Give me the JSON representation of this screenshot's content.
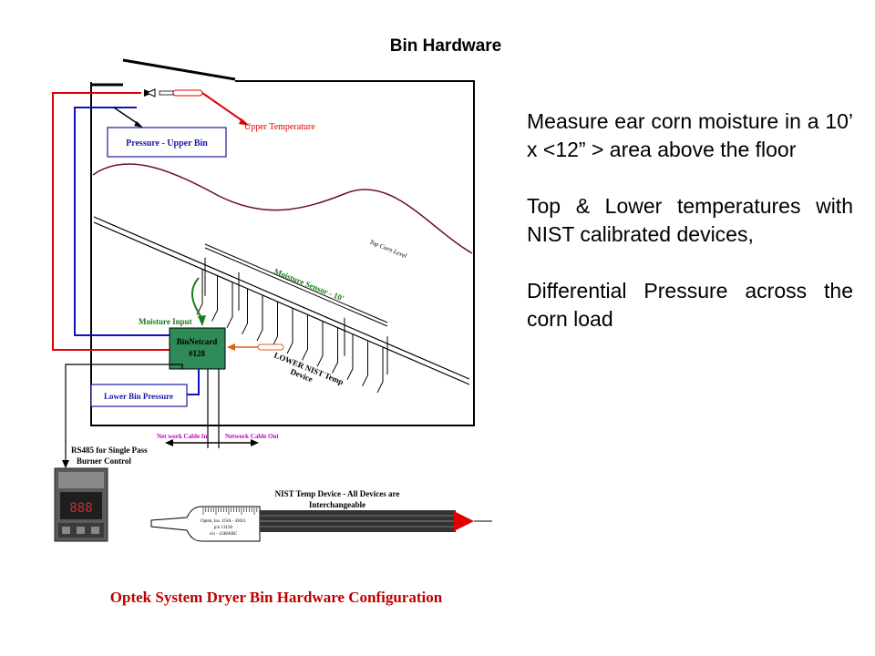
{
  "slide": {
    "title": "Bin Hardware",
    "bullets": [
      "Measure ear corn moisture in a 10’ x <12” > area above the floor",
      "Top & Lower temperatures with NIST calibrated devices,",
      "Differential Pressure across the corn load"
    ]
  },
  "diagram": {
    "upper_temperature": "Upper Temperature",
    "pressure_upper_bin": "Pressure - Upper Bin",
    "top_corn_level": "Top Corn Level",
    "moisture_sensor": "Moisture Sensor - 10'",
    "moisture_input": "Moisture Input",
    "binnetcard_line1": "BinNetcard",
    "binnetcard_line2": "#128",
    "lower_nist_line1": "LOWER NIST Temp",
    "lower_nist_line2": "Device",
    "lower_bin_pressure": "Lower Bin Pressure",
    "network_cable_in": "Net work Cable In",
    "network_cable_out": "Network Cable Out",
    "rs485_line1": "RS485 for Single Pass",
    "rs485_line2": "Burner Control",
    "nist_device_line1": "NIST Temp Device - All Devices are",
    "nist_device_line2": "Interchangeable",
    "probe_label_line1": "Optek, Inc. USA - 43021",
    "probe_label_line2": "p/n 13130",
    "probe_label_line3": "s/n - 1248ABC",
    "caption": "Optek System Dryer Bin Hardware Configuration"
  },
  "colors": {
    "red_wire": "#e00000",
    "blue_wire": "#1010c0",
    "green_wire": "#1a7a1a",
    "board_green": "#2e8b57",
    "corn_level": "#6b1020",
    "magenta_label": "#c000c0",
    "upper_temp_label": "#e00000",
    "pressure_label": "#1a1aa0",
    "caption": "#c00000"
  }
}
